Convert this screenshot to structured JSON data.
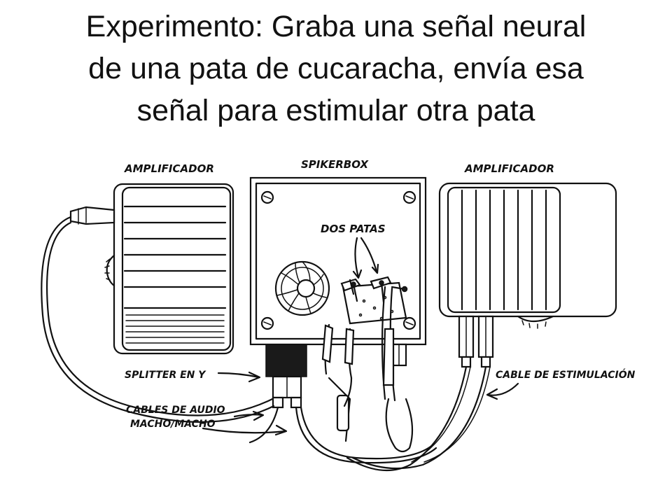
{
  "title": {
    "line1": "Experimento: Graba una señal neural",
    "line2": "de una pata de cucaracha, envía esa",
    "line3": "señal para estimular otra pata"
  },
  "labels": {
    "amp_left": "AMPLIFICADOR",
    "spikerbox": "SPIKERBOX",
    "amp_right": "AMPLIFICADOR",
    "dos_patas": "DOS PATAS",
    "splitter": "SPLITTER EN Y",
    "cables_line1": "CABLES DE AUDIO",
    "cables_line2": "MACHO/MACHO",
    "cable_estim": "CABLE DE ESTIMULACIÓN"
  },
  "colors": {
    "ink": "#111111",
    "background": "#ffffff"
  }
}
